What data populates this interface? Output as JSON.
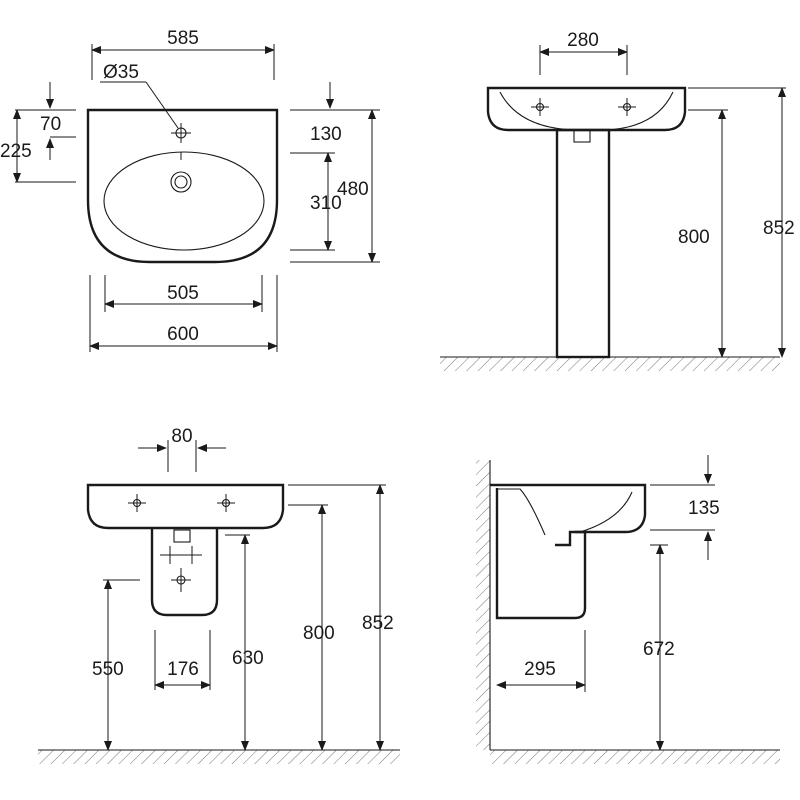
{
  "views": {
    "top": {
      "width_overall_top": "585",
      "tap_hole_diameter": "Ø35",
      "tap_offset": "70",
      "drain_offset": "225",
      "rim_to_bowl": "130",
      "bowl_depth": "310",
      "depth_overall": "480",
      "bowl_width": "505",
      "width_overall": "600"
    },
    "pedestal_front": {
      "tap_spacing": "280",
      "rim_height": "800",
      "overall_height": "852"
    },
    "semi_pedestal_front": {
      "waste_spacing": "80",
      "pedestal_bottom_height": "550",
      "pedestal_width": "176",
      "waste_height": "630",
      "rim_height": "800",
      "overall_height": "852"
    },
    "semi_pedestal_side": {
      "basin_height": "135",
      "underside_height": "672",
      "pedestal_projection": "295"
    }
  },
  "colors": {
    "line": "#1a1a1a",
    "background": "#ffffff"
  }
}
